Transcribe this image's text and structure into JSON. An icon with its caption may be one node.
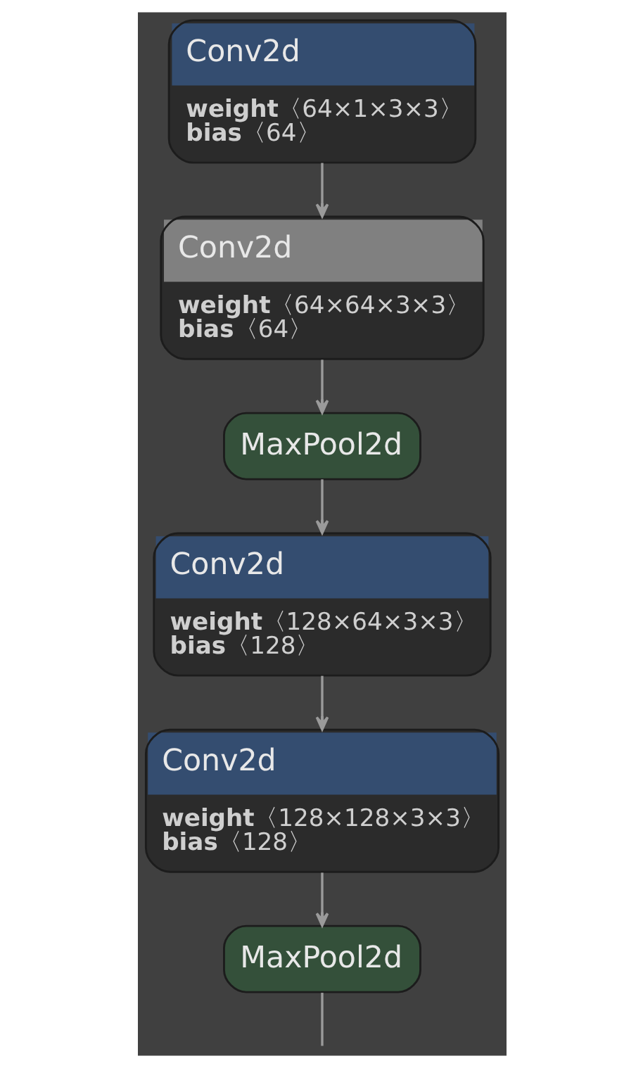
{
  "diagram": {
    "nodes": [
      {
        "text": [
          "Conv2d",
          "**weight**〈64×1×3×3〉",
          "**bias**〈64〉"
        ]
      },
      {
        "text": [
          "Conv2d",
          "**weight**〈64×64×3×3〉",
          "**bias**〈64〉"
        ]
      },
      {
        "text": [
          "MaxPool2d"
        ]
      },
      {
        "text": [
          "Conv2d",
          "**weight**〈128×64×3×3〉",
          "**bias**〈128〉"
        ]
      },
      {
        "text": [
          "Conv2d",
          "**weight**〈128×128×3×3〉",
          "**bias**〈128〉"
        ]
      },
      {
        "text": [
          "MaxPool2d"
        ]
      }
    ],
    "edges": [
      {
        "from": 0,
        "to": 1,
        "arrow": "to"
      },
      {
        "from": 1,
        "to": 2,
        "arrow": "to"
      },
      {
        "from": 2,
        "to": 3,
        "arrow": "to"
      },
      {
        "from": 3,
        "to": 4,
        "arrow": "to"
      },
      {
        "from": 4,
        "to": 5,
        "arrow": "to"
      },
      {
        "from": 5,
        "to": null,
        "arrow": "none"
      }
    ]
  }
}
